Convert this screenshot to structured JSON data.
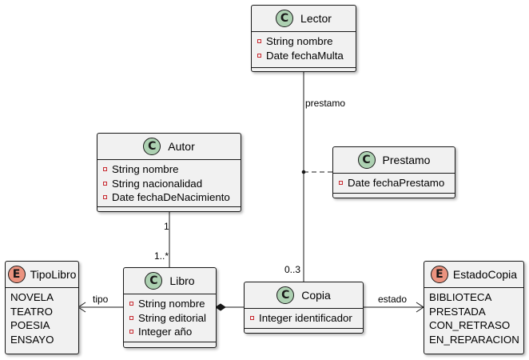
{
  "classes": {
    "lector": {
      "badge": "C",
      "name": "Lector",
      "attributes": [
        "String nombre",
        "Date fechaMulta"
      ]
    },
    "autor": {
      "badge": "C",
      "name": "Autor",
      "attributes": [
        "String nombre",
        "String nacionalidad",
        "Date fechaDeNacimiento"
      ]
    },
    "prestamo": {
      "badge": "C",
      "name": "Prestamo",
      "attributes": [
        "Date fechaPrestamo"
      ]
    },
    "libro": {
      "badge": "C",
      "name": "Libro",
      "attributes": [
        "String nombre",
        "String editorial",
        "Integer año"
      ]
    },
    "copia": {
      "badge": "C",
      "name": "Copia",
      "attributes": [
        "Integer identificador"
      ]
    }
  },
  "enums": {
    "tipolibro": {
      "badge": "E",
      "name": "TipoLibro",
      "values": [
        "NOVELA",
        "TEATRO",
        "POESIA",
        "ENSAYO"
      ]
    },
    "estadocopia": {
      "badge": "E",
      "name": "EstadoCopia",
      "values": [
        "BIBLIOTECA",
        "PRESTADA",
        "CON_RETRASO",
        "EN_REPARACION"
      ]
    }
  },
  "labels": {
    "prestamo": "prestamo",
    "autor_mult": "1",
    "libro_mult": "1..*",
    "copia_mult": "0..3",
    "tipo": "tipo",
    "estado": "estado"
  },
  "colors": {
    "class_badge": "#add1b2",
    "enum_badge": "#eb937f",
    "box_fill": "#f1f1f1",
    "private_marker": "#c82930",
    "line": "#181818"
  }
}
